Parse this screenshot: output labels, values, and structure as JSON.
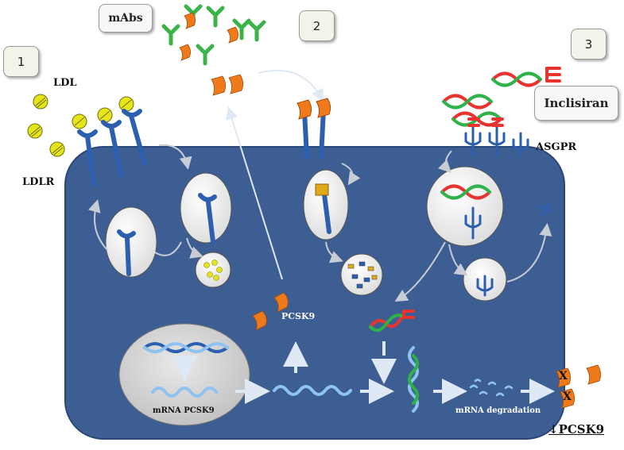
{
  "panels": {
    "step1": "1",
    "step2": "2",
    "step3": "3",
    "mabs": "mAbs",
    "inclisiran": "Inclisiran"
  },
  "labels": {
    "ldl": "LDL",
    "ldlr": "LDLR",
    "asgpr": "ASGPR",
    "pcsk9": "PCSK9",
    "mrna_pcsk9": "mRNA PCSK9",
    "mrna_degradation": "mRNA degradation",
    "result": "↓PCSK9",
    "x_mark_1": "X",
    "x_mark_2": "X"
  },
  "colors": {
    "cell": "#3c5e93",
    "cell_border": "#2a4777",
    "ldl": "#e5e51a",
    "receptor": "#2c5fb0",
    "pcsk9": "#f07a1a",
    "antibody": "#3cb34a",
    "sirna_red": "#e8332e",
    "sirna_green": "#2fb24a",
    "mrna": "#8ec3ef"
  }
}
